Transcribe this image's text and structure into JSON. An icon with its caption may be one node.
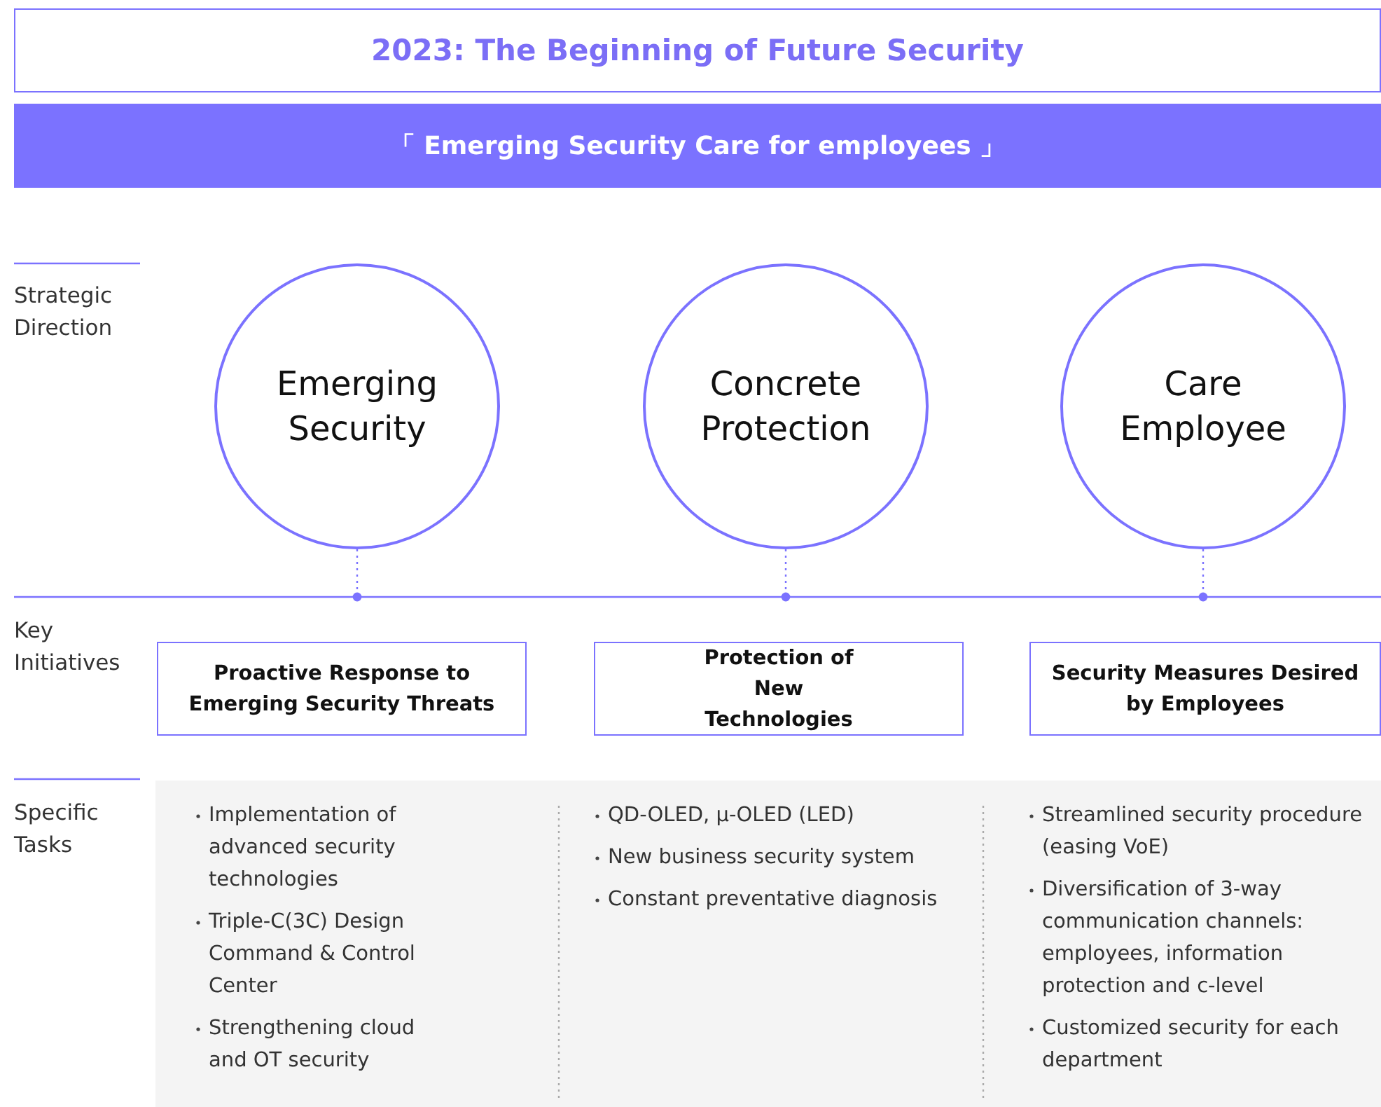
{
  "diagram": {
    "nodes": [
      {
        "text": [
          "2023: The Beginning of Future Security"
        ]
      },
      {
        "text": [
          "「 Emerging Security Care for employees 」"
        ]
      },
      {
        "text": [
          "Emerging Security"
        ]
      },
      {
        "text": [
          "Concrete Protection"
        ]
      },
      {
        "text": [
          "Care Employee"
        ]
      },
      {
        "text": [
          "Proactive Response to Emerging Security Threats"
        ]
      },
      {
        "text": [
          "Protection of New Technologies"
        ]
      },
      {
        "text": [
          "Security Measures Desired by Employees"
        ]
      },
      {
        "text": [
          "Implementation of advanced security technologies",
          "Triple-C(3C) Design Command & Control Center",
          "Strengthening cloud and OT security"
        ]
      },
      {
        "text": [
          "QD-OLED, μ-OLED (LED)",
          "New business security system",
          "Constant preventative diagnosis"
        ]
      },
      {
        "text": [
          "Streamlined security procedure (easing VoE)",
          "Diversification of 3-way communication channels: employees, information protection and c-level",
          "Customized security for each department"
        ]
      }
    ],
    "edges": [
      {
        "from": 2,
        "to": null,
        "arrow": "other",
        "style": "dashed"
      },
      {
        "from": 3,
        "to": null,
        "arrow": "other",
        "style": "dashed"
      },
      {
        "from": 4,
        "to": null,
        "arrow": "other",
        "style": "dashed"
      }
    ],
    "labels": [
      "Strategic Direction",
      "Key Initiatives",
      "Specific Tasks"
    ]
  }
}
